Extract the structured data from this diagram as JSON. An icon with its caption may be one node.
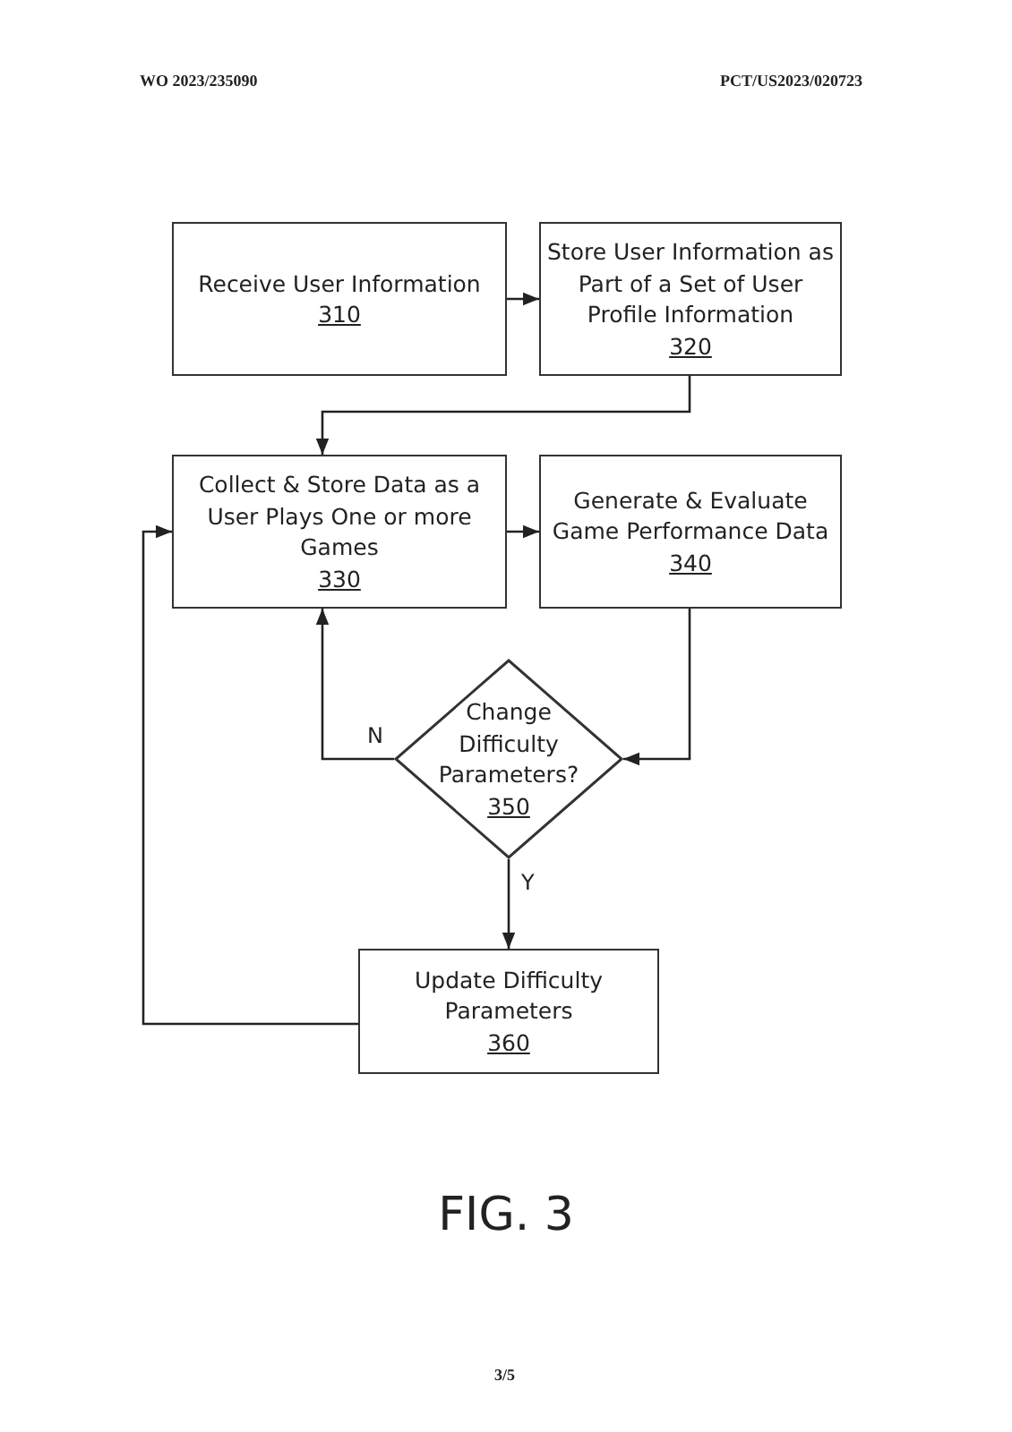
{
  "diagram": {
    "caption": "FIG. 3",
    "nodes": [
      {
        "text": [
          "Receive User Information",
          "310"
        ]
      },
      {
        "text": [
          "Store User Information as Part of a Set of User Profile Information",
          "320"
        ]
      },
      {
        "text": [
          "Collect & Store Data as a User Plays One or more Games",
          "330"
        ]
      },
      {
        "text": [
          "Generate & Evaluate Game Performance Data",
          "340"
        ]
      },
      {
        "text": [
          "Change Difficulty Parameters?",
          "350"
        ]
      },
      {
        "text": [
          "Update Difficulty Parameters",
          "360"
        ]
      }
    ],
    "edges": [
      {
        "from": 0,
        "to": 1,
        "arrow": "to"
      },
      {
        "from": 1,
        "to": 2,
        "arrow": "to"
      },
      {
        "from": 2,
        "to": 3,
        "arrow": "to"
      },
      {
        "from": 3,
        "to": 4,
        "arrow": "to"
      },
      {
        "from": 4,
        "to": 2,
        "arrow": "to",
        "label": "N"
      },
      {
        "from": 4,
        "to": 5,
        "arrow": "to",
        "label": "Y"
      },
      {
        "from": 5,
        "to": 2,
        "arrow": "to"
      }
    ],
    "labels": [
      "WO 2023/235090",
      "PCT/US2023/020723",
      "3/5"
    ]
  }
}
